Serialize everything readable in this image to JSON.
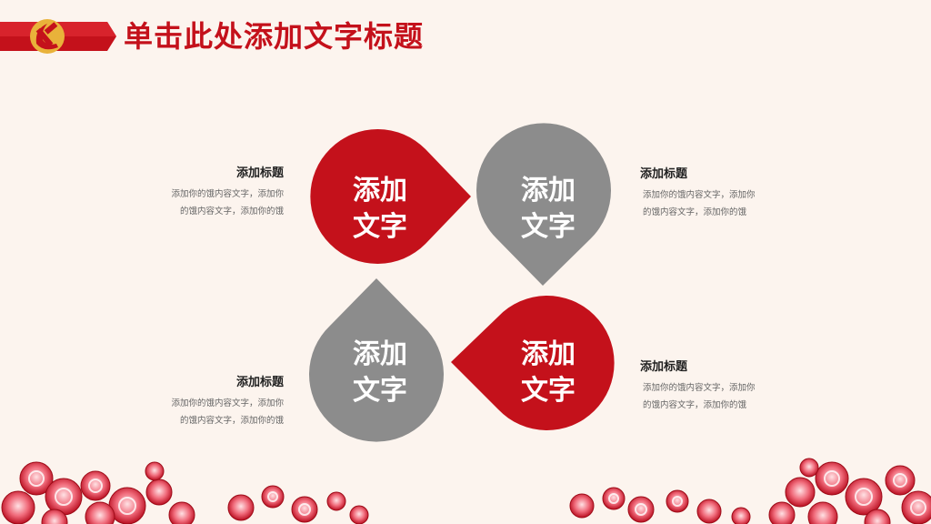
{
  "header": {
    "title": "单击此处添加文字标题",
    "emblem_icon": "hammer-sickle-icon"
  },
  "colors": {
    "accent_red": "#c4111b",
    "gray": "#8c8c8c",
    "background": "#fcf4ee"
  },
  "drops": [
    {
      "line1": "添加",
      "line2": "文字",
      "color": "red"
    },
    {
      "line1": "添加",
      "line2": "文字",
      "color": "gray"
    },
    {
      "line1": "添加",
      "line2": "文字",
      "color": "gray"
    },
    {
      "line1": "添加",
      "line2": "文字",
      "color": "red"
    }
  ],
  "blocks": [
    {
      "title": "添加标题",
      "line1": "添加你的饿内容文字，添加你",
      "line2": "的饿内容文字，添加你的饿"
    },
    {
      "title": "添加标题",
      "line1": "添加你的饿内容文字，添加你",
      "line2": "的饿内容文字，添加你的饿"
    },
    {
      "title": "添加标题",
      "line1": "添加你的饿内容文字，添加你",
      "line2": "的饿内容文字，添加你的饿"
    },
    {
      "title": "添加标题",
      "line1": "添加你的饿内容文字，添加你",
      "line2": "的饿内容文字，添加你的饿"
    }
  ]
}
